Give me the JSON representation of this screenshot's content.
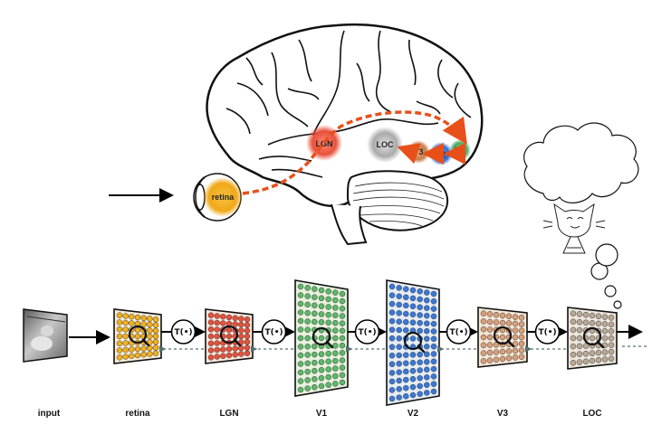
{
  "brain_regions": {
    "retina": "retina",
    "lgn": "LGN",
    "loc": "LOC",
    "v3": "V3",
    "v2": "V2",
    "v1": "V1"
  },
  "transform_label": "T(•)",
  "stages": [
    {
      "label": "input"
    },
    {
      "label": "retina",
      "color": "#f0b020"
    },
    {
      "label": "LGN",
      "color": "#e8503a"
    },
    {
      "label": "V1",
      "color": "#5cb86a"
    },
    {
      "label": "V2",
      "color": "#3a78d8"
    },
    {
      "label": "V3",
      "color": "#d9a07a"
    },
    {
      "label": "LOC",
      "color": "#b8aa96"
    }
  ],
  "colors": {
    "retina": "#f0b020",
    "lgn": "#e8503a",
    "loc": "#b8b8b8",
    "v3": "#d08a5a",
    "v2": "#3a78d8",
    "v1": "#5cb86a",
    "pathway": "#e8501a"
  }
}
